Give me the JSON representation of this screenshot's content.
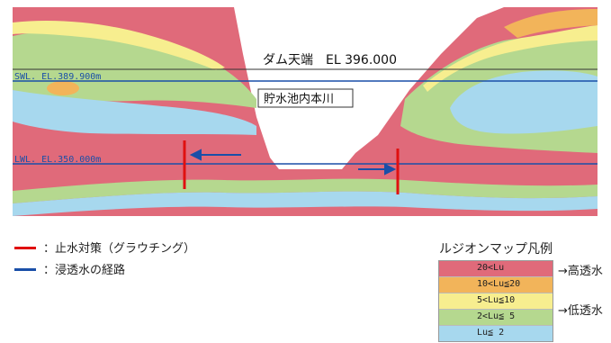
{
  "diagram": {
    "labels": {
      "dam_crest": "ダム天端　EL 396.000",
      "swl": "SWL. EL.389.900m",
      "reservoir": "貯水池内本川",
      "lwl": "LWL. EL.350.000m"
    },
    "colors": {
      "red_layer": "#e06a7a",
      "orange_layer": "#f2b45a",
      "yellow_layer": "#f7ee8f",
      "green_layer": "#b5d88f",
      "blue_layer": "#a7d8ee",
      "grouting": "#e01010",
      "seepage": "#1a4fa8"
    }
  },
  "legend": {
    "grouting_label": "：止水対策（グラウチング）",
    "seepage_label": "：浸透水の経路",
    "lugeon_title": "ルジオンマップ凡例",
    "rows": [
      {
        "label": "20<Lu",
        "color": "#e06a7a"
      },
      {
        "label": "10<Lu≦20",
        "color": "#f2b45a"
      },
      {
        "label": "5<Lu≦10",
        "color": "#f7ee8f"
      },
      {
        "label": "2<Lu≦ 5",
        "color": "#b5d88f"
      },
      {
        "label": "Lu≦ 2",
        "color": "#a7d8ee"
      }
    ],
    "high_permeability": "→高透水",
    "low_permeability": "→低透水"
  }
}
